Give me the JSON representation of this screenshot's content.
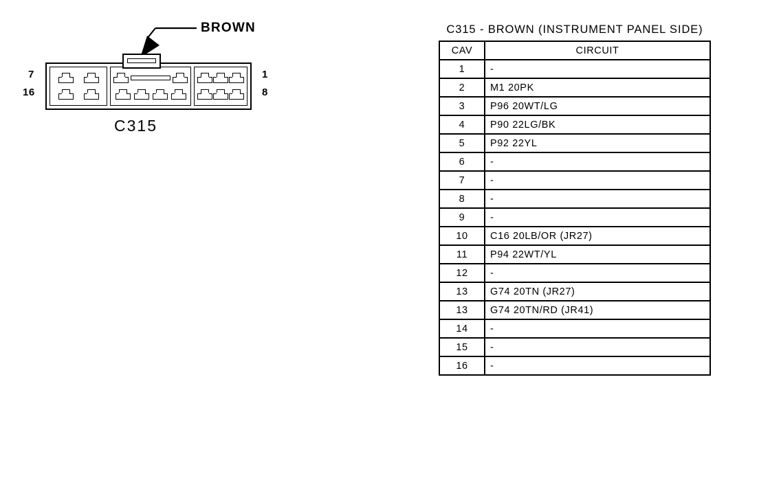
{
  "figure": {
    "callout_label": "BROWN",
    "connector_name": "C315",
    "pin_labels": {
      "top_left": "7",
      "bottom_left": "16",
      "top_right": "1",
      "bottom_right": "8"
    },
    "cavity_layout": {
      "left_block": {
        "rows": 2,
        "cols": 2,
        "count": 4
      },
      "middle_block": {
        "top_terminals": 2,
        "bottom_terminals": 4,
        "count": 6,
        "has_center_slot": true
      },
      "right_block": {
        "rows": 2,
        "cols": 3,
        "count": 6
      },
      "total_cavities": 16
    }
  },
  "pinout": {
    "title": "C315 - BROWN (INSTRUMENT PANEL SIDE)",
    "columns": [
      "CAV",
      "CIRCUIT"
    ],
    "rows": [
      {
        "cav": "1",
        "circuit": "-"
      },
      {
        "cav": "2",
        "circuit": "M1 20PK"
      },
      {
        "cav": "3",
        "circuit": "P96 20WT/LG"
      },
      {
        "cav": "4",
        "circuit": "P90 22LG/BK"
      },
      {
        "cav": "5",
        "circuit": "P92 22YL"
      },
      {
        "cav": "6",
        "circuit": "-"
      },
      {
        "cav": "7",
        "circuit": "-"
      },
      {
        "cav": "8",
        "circuit": "-"
      },
      {
        "cav": "9",
        "circuit": "-"
      },
      {
        "cav": "10",
        "circuit": "C16 20LB/OR  (JR27)"
      },
      {
        "cav": "11",
        "circuit": "P94 22WT/YL"
      },
      {
        "cav": "12",
        "circuit": "-"
      },
      {
        "cav": "13",
        "circuit": "G74 20TN  (JR27)"
      },
      {
        "cav": "13",
        "circuit": "G74 20TN/RD  (JR41)"
      },
      {
        "cav": "14",
        "circuit": "-"
      },
      {
        "cav": "15",
        "circuit": "-"
      },
      {
        "cav": "16",
        "circuit": "-"
      }
    ]
  },
  "colors": {
    "ink": "#000000",
    "paper": "#ffffff"
  }
}
